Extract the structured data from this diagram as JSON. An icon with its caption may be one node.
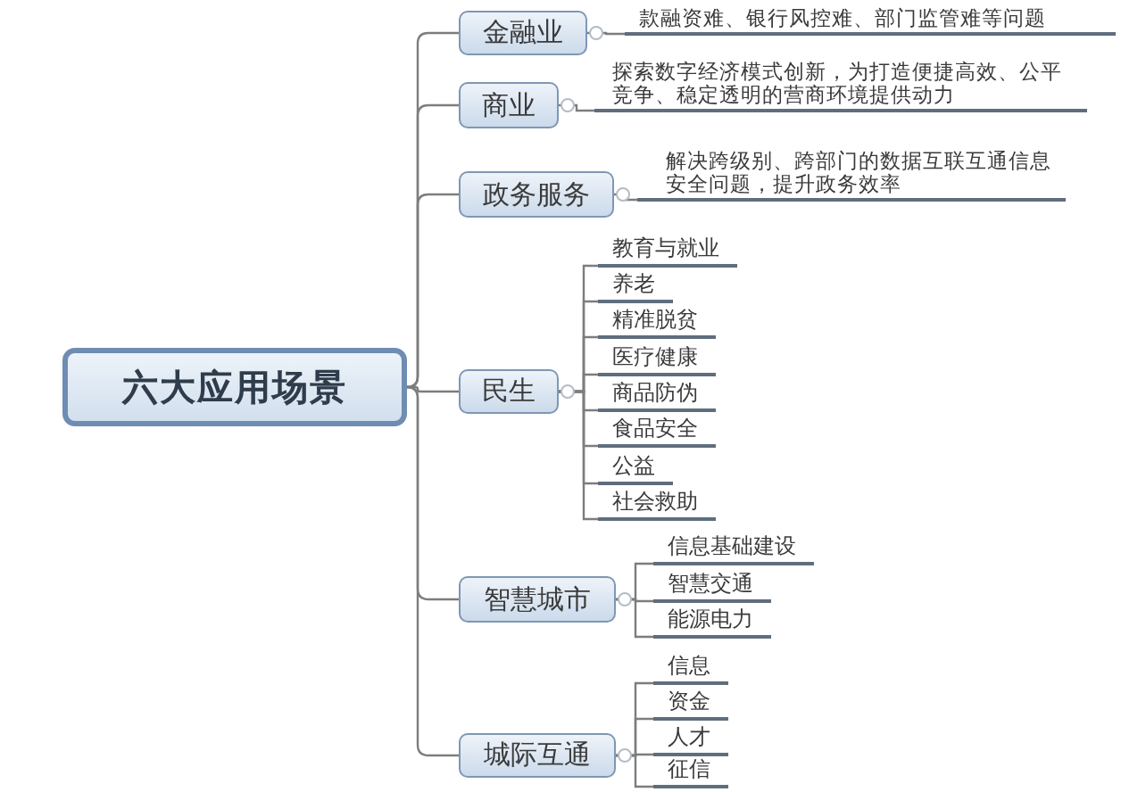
{
  "diagram": {
    "nodes": [
      {
        "text": [
          "六大应用场景"
        ]
      },
      {
        "text": [
          "金融业"
        ]
      },
      {
        "text": [
          "款融资难、银行风控难、部门监管难等问题"
        ]
      },
      {
        "text": [
          "商业"
        ]
      },
      {
        "text": [
          "探索数字经济模式创新，为打造便捷高效、公平竞争、稳定透明的营商环境提供动力"
        ]
      },
      {
        "text": [
          "政务服务"
        ]
      },
      {
        "text": [
          "解决跨级别、跨部门的数据互联互通信息安全问题，提升政务效率"
        ]
      },
      {
        "text": [
          "民生"
        ]
      },
      {
        "text": [
          "教育与就业"
        ]
      },
      {
        "text": [
          "养老"
        ]
      },
      {
        "text": [
          "精准脱贫"
        ]
      },
      {
        "text": [
          "医疗健康"
        ]
      },
      {
        "text": [
          "商品防伪"
        ]
      },
      {
        "text": [
          "食品安全"
        ]
      },
      {
        "text": [
          "公益"
        ]
      },
      {
        "text": [
          "社会救助"
        ]
      },
      {
        "text": [
          "智慧城市"
        ]
      },
      {
        "text": [
          "信息基础建设"
        ]
      },
      {
        "text": [
          "智慧交通"
        ]
      },
      {
        "text": [
          "能源电力"
        ]
      },
      {
        "text": [
          "城际互通"
        ]
      },
      {
        "text": [
          "信息"
        ]
      },
      {
        "text": [
          "资金"
        ]
      },
      {
        "text": [
          "人才"
        ]
      },
      {
        "text": [
          "征信"
        ]
      }
    ],
    "edges": [
      {
        "from": 0,
        "to": 1,
        "arrow": "none"
      },
      {
        "from": 0,
        "to": 3,
        "arrow": "none"
      },
      {
        "from": 0,
        "to": 5,
        "arrow": "none"
      },
      {
        "from": 0,
        "to": 7,
        "arrow": "none"
      },
      {
        "from": 0,
        "to": 16,
        "arrow": "none"
      },
      {
        "from": 0,
        "to": 20,
        "arrow": "none"
      },
      {
        "from": 1,
        "to": 2,
        "arrow": "none"
      },
      {
        "from": 3,
        "to": 4,
        "arrow": "none"
      },
      {
        "from": 5,
        "to": 6,
        "arrow": "none"
      },
      {
        "from": 7,
        "to": 8,
        "arrow": "none"
      },
      {
        "from": 7,
        "to": 9,
        "arrow": "none"
      },
      {
        "from": 7,
        "to": 10,
        "arrow": "none"
      },
      {
        "from": 7,
        "to": 11,
        "arrow": "none"
      },
      {
        "from": 7,
        "to": 12,
        "arrow": "none"
      },
      {
        "from": 7,
        "to": 13,
        "arrow": "none"
      },
      {
        "from": 7,
        "to": 14,
        "arrow": "none"
      },
      {
        "from": 7,
        "to": 15,
        "arrow": "none"
      },
      {
        "from": 16,
        "to": 17,
        "arrow": "none"
      },
      {
        "from": 16,
        "to": 18,
        "arrow": "none"
      },
      {
        "from": 16,
        "to": 19,
        "arrow": "none"
      },
      {
        "from": 20,
        "to": 21,
        "arrow": "none"
      },
      {
        "from": 20,
        "to": 22,
        "arrow": "none"
      },
      {
        "from": 20,
        "to": 23,
        "arrow": "none"
      },
      {
        "from": 20,
        "to": 24,
        "arrow": "none"
      }
    ]
  }
}
